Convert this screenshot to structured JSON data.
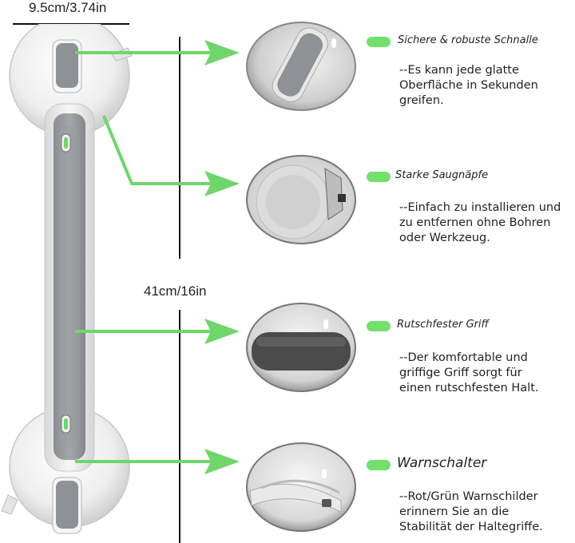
{
  "colors": {
    "accent_green": "#6fd66a",
    "pill_green": "#72e06c",
    "grip_gray": "#8b8e92",
    "dark_grip": "#4b4b4b",
    "body_white": "#f4f4f4",
    "line_black": "#111111"
  },
  "dimensions": {
    "width_label": "9.5cm/3.74in",
    "length_label": "41cm/16in"
  },
  "features": [
    {
      "title": "Sichere & robuste Schnalle",
      "description": "--Es kann jede glatte\nOberfläche in Sekunden\ngreifen.",
      "icon": "buckle-closeup"
    },
    {
      "title": "Starke Saugnäpfe",
      "description": "--Einfach zu installieren und\nzu entfernen ohne Bohren\noder Werkzeug.",
      "icon": "suction-cup-closeup"
    },
    {
      "title": "Rutschfester Griff",
      "description": "--Der komfortable und\ngriffige Griff sorgt für\neinen rutschfesten Halt.",
      "icon": "grip-closeup"
    },
    {
      "title": "Warnschalter",
      "description": "--Rot/Grün Warnschilder\nerinnern Sie an die\nStabilität der Haltegriffe.",
      "icon": "warning-switch-closeup"
    }
  ]
}
